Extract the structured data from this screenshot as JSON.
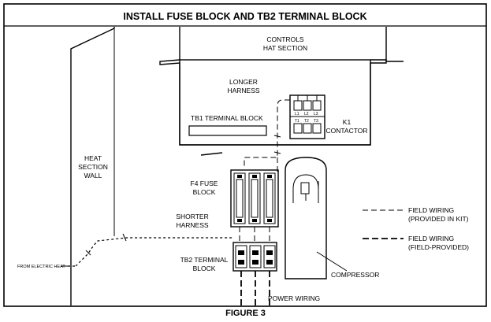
{
  "title": "INSTALL FUSE BLOCK AND TB2 TERMINAL BLOCK",
  "figure_caption": "FIGURE 3",
  "labels": {
    "controls_line1": "CONTROLS",
    "controls_line2": "HAT SECTION",
    "longer_line1": "LONGER",
    "longer_line2": "HARNESS",
    "tb1": "TB1 TERMINAL BLOCK",
    "k1_line1": "K1",
    "k1_line2": "CONTACTOR",
    "heat_line1": "HEAT",
    "heat_line2": "SECTION",
    "heat_line3": "WALL",
    "f4_line1": "F4 FUSE",
    "f4_line2": "BLOCK",
    "shorter_line1": "SHORTER",
    "shorter_line2": "HARNESS",
    "tb2_line1": "TB2 TERMINAL",
    "tb2_line2": "BLOCK",
    "compressor": "COMPRESSOR",
    "power_wiring": "POWER WIRING",
    "from_electric_heat": "FROM ELECTRIC HEAT"
  },
  "contactor_terminals": [
    "L1",
    "L2",
    "L3"
  ],
  "contactor_bottom_terminals": [
    "T1",
    "T2",
    "T3"
  ],
  "legend": [
    {
      "line1": "FIELD WIRING",
      "line2": "(PROVIDED IN KIT)",
      "style": "dashed-thin"
    },
    {
      "line1": "FIELD WIRING",
      "line2": "(FIELD-PROVIDED)",
      "style": "dashed-bold"
    }
  ]
}
